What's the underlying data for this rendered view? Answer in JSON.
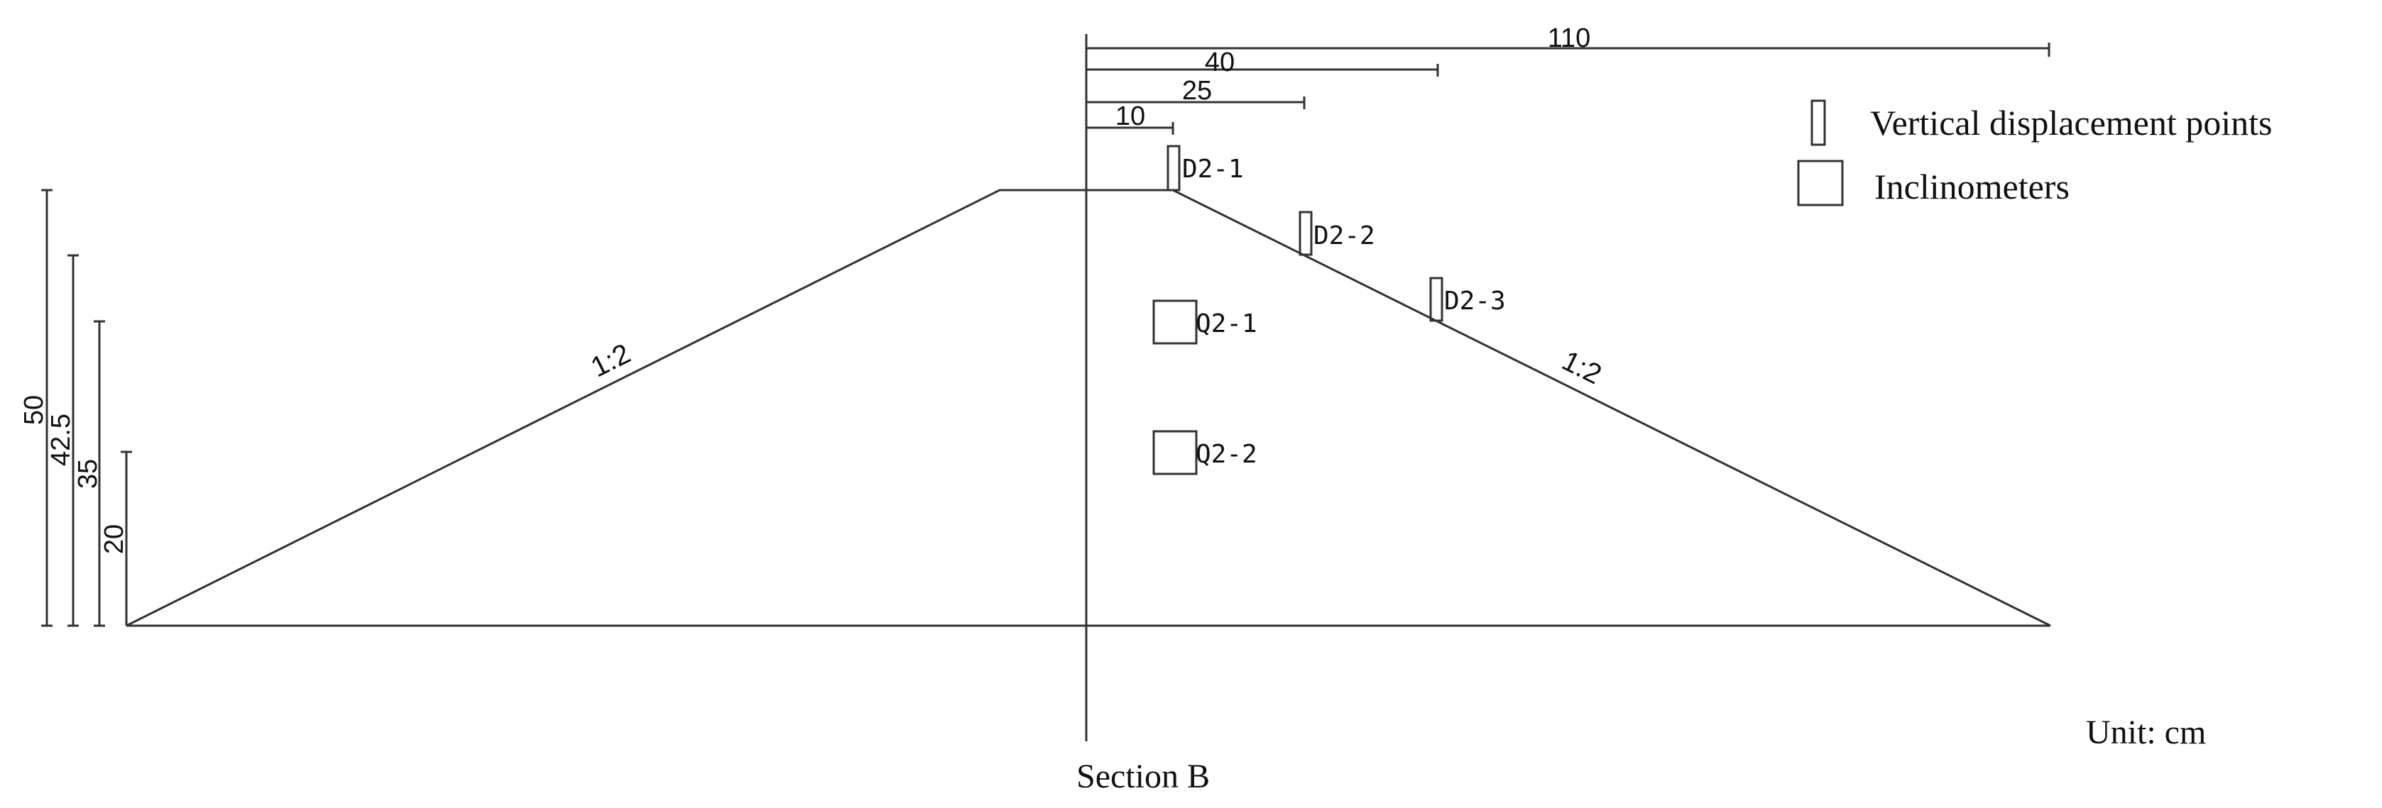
{
  "diagram": {
    "section_label": "Section B",
    "unit_label": "Unit: cm",
    "slope_left": "1:2",
    "slope_right": "1:2",
    "horizontal_dims": [
      "110",
      "40",
      "25",
      "10"
    ],
    "vertical_dims": [
      "50",
      "42.5",
      "35",
      "20"
    ],
    "points": {
      "d2_1": "D2-1",
      "d2_2": "D2-2",
      "d2_3": "D2-3",
      "q2_1": "Q2-1",
      "q2_2": "Q2-2"
    },
    "legend": {
      "vertical_points": "Vertical displacement points",
      "inclinometers": "Inclinometers"
    },
    "colors": {
      "line": "#333333",
      "text": "#111111"
    }
  }
}
